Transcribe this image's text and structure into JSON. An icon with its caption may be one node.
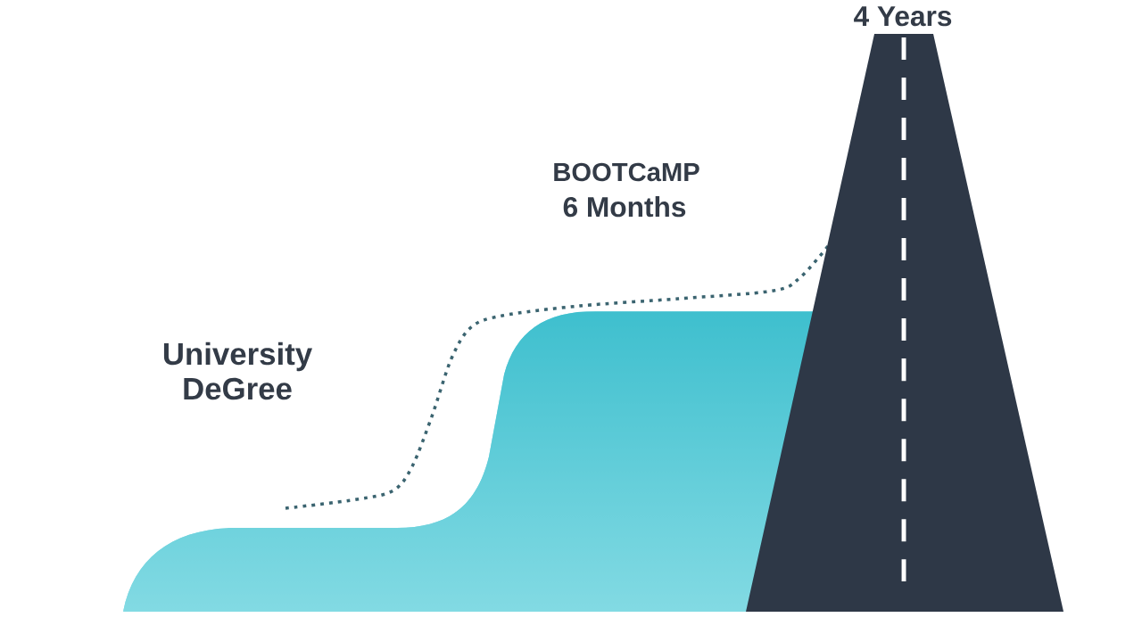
{
  "diagram": {
    "labels": [
      "4 Years",
      "BOOTCaMP",
      "6 Months",
      "University DeGree"
    ]
  }
}
